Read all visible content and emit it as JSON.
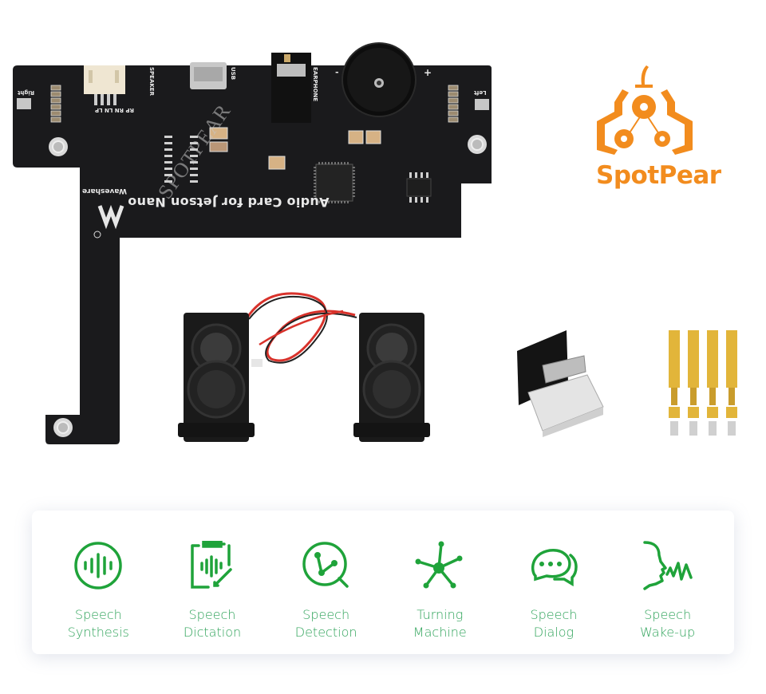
{
  "board": {
    "title": "Audio Card for Jetson Nano",
    "brand": "Waveshare",
    "watermark": "SPOTPEAR",
    "labels": {
      "right": "Right",
      "left": "Left",
      "speaker": "SPEAKER",
      "usb": "USB",
      "earphone": "EARPHONE",
      "pins": "RP RN LN LP",
      "minus": "-",
      "plus": "+"
    }
  },
  "logo": {
    "text": "SpotPear",
    "color": "#f28c1e"
  },
  "accessories": [
    {
      "name": "speakers"
    },
    {
      "name": "usb-adapter"
    },
    {
      "name": "copper-standoffs"
    }
  ],
  "features": {
    "accent_color": "#1fa33a",
    "items": [
      {
        "line1": "Speech",
        "line2": "Synthesis",
        "icon": "sound-wave-circle-icon"
      },
      {
        "line1": "Speech",
        "line2": "Dictation",
        "icon": "clipboard-pen-icon"
      },
      {
        "line1": "Speech",
        "line2": "Detection",
        "icon": "magnifier-graph-icon"
      },
      {
        "line1": "Turning",
        "line2": "Machine",
        "icon": "network-star-icon"
      },
      {
        "line1": "Speech",
        "line2": "Dialog",
        "icon": "chat-bubbles-icon"
      },
      {
        "line1": "Speech",
        "line2": "Wake-up",
        "icon": "face-voice-icon"
      }
    ]
  }
}
